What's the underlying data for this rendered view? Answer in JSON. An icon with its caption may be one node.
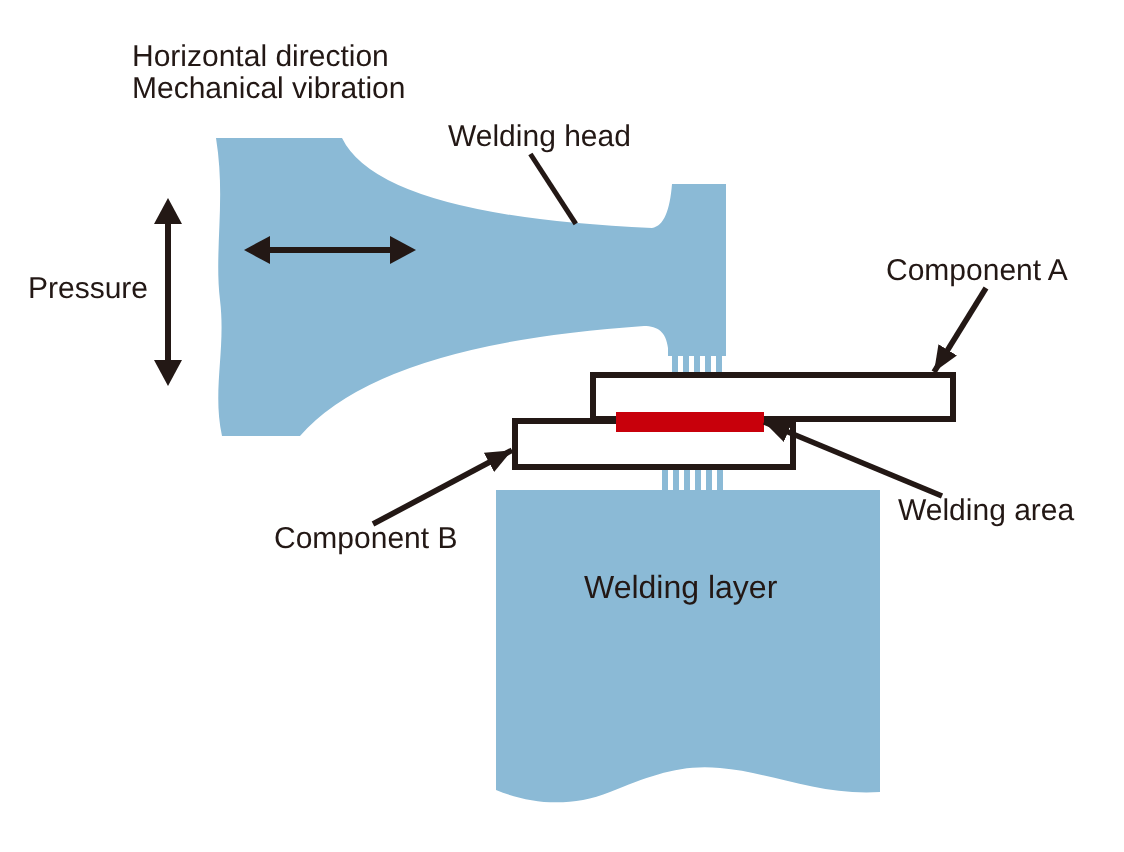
{
  "diagram": {
    "nodes": [
      {
        "text": [
          "Welding head"
        ]
      },
      {
        "text": [],
        "shape": "picture"
      },
      {
        "text": [
          "Component A"
        ]
      },
      {
        "text": [],
        "shape": "box"
      },
      {
        "text": [
          "Welding area"
        ]
      },
      {
        "text": [],
        "shape": "bar"
      },
      {
        "text": [
          "Component B"
        ]
      },
      {
        "text": [],
        "shape": "box"
      },
      {
        "text": [
          "Welding layer"
        ]
      }
    ],
    "edges": [
      {
        "from": 0,
        "to": 1,
        "arrow": "none"
      },
      {
        "from": 2,
        "to": 3,
        "arrow": "to"
      },
      {
        "from": 4,
        "to": 5,
        "arrow": "to"
      },
      {
        "from": 6,
        "to": 7,
        "arrow": "to"
      }
    ],
    "labels": [
      "Horizontal direction Mechanical vibration",
      "Pressure"
    ]
  }
}
